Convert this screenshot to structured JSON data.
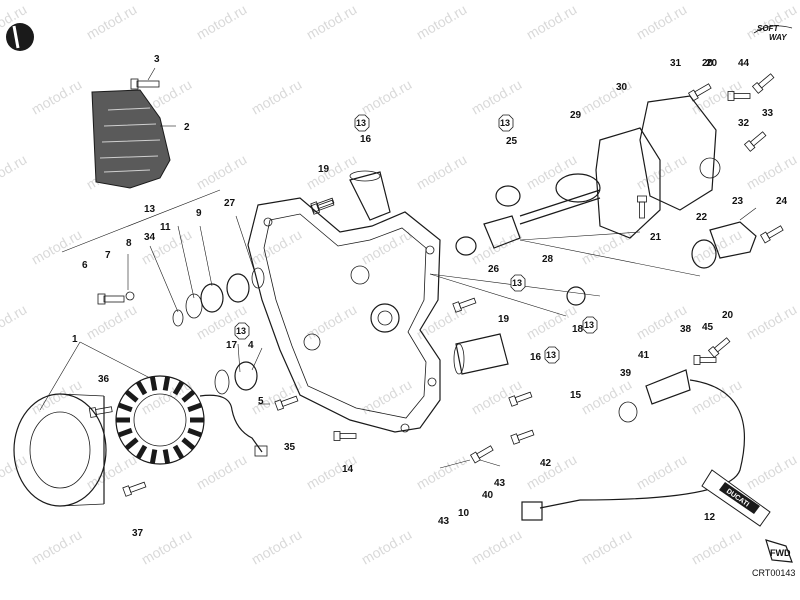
{
  "watermark": "motod.ru",
  "brand": {
    "line1": "SOFT",
    "line2": "WAY"
  },
  "drawing_code": "CRT00143",
  "fwd_label": "FWD",
  "tube_label": "DUCATI",
  "callouts": [
    {
      "label": "1"
    },
    {
      "label": "2"
    },
    {
      "label": "3"
    },
    {
      "label": "4"
    },
    {
      "label": "5"
    },
    {
      "label": "6"
    },
    {
      "label": "7"
    },
    {
      "label": "8"
    },
    {
      "label": "9"
    },
    {
      "label": "10"
    },
    {
      "label": "11"
    },
    {
      "label": "12"
    },
    {
      "label": "13"
    },
    {
      "label": "14"
    },
    {
      "label": "15"
    },
    {
      "label": "16"
    },
    {
      "label": "16"
    },
    {
      "label": "17"
    },
    {
      "label": "18"
    },
    {
      "label": "19"
    },
    {
      "label": "19"
    },
    {
      "label": "20"
    },
    {
      "label": "20"
    },
    {
      "label": "20"
    },
    {
      "label": "21"
    },
    {
      "label": "22"
    },
    {
      "label": "23"
    },
    {
      "label": "24"
    },
    {
      "label": "25"
    },
    {
      "label": "26"
    },
    {
      "label": "27"
    },
    {
      "label": "28"
    },
    {
      "label": "29"
    },
    {
      "label": "30"
    },
    {
      "label": "31"
    },
    {
      "label": "32"
    },
    {
      "label": "33"
    },
    {
      "label": "34"
    },
    {
      "label": "35"
    },
    {
      "label": "36"
    },
    {
      "label": "37"
    },
    {
      "label": "38"
    },
    {
      "label": "39"
    },
    {
      "label": "40"
    },
    {
      "label": "41"
    },
    {
      "label": "42"
    },
    {
      "label": "43"
    },
    {
      "label": "43"
    },
    {
      "label": "44"
    },
    {
      "label": "45"
    }
  ],
  "symbols": [
    {
      "label": "13"
    },
    {
      "label": "13"
    },
    {
      "label": "13"
    },
    {
      "label": "13"
    },
    {
      "label": "13"
    },
    {
      "label": "13"
    }
  ]
}
